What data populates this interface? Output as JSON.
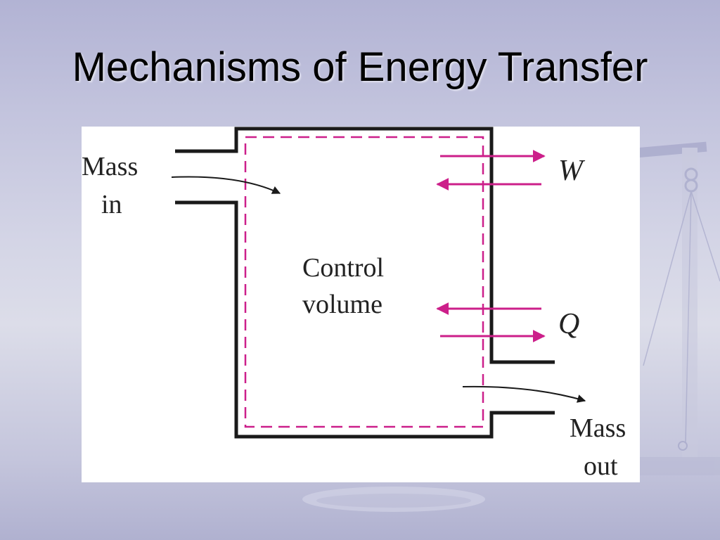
{
  "slide": {
    "title": "Mechanisms of Energy Transfer"
  },
  "diagram": {
    "mass_in_label_line1": "Mass",
    "mass_in_label_line2": "in",
    "control_volume_label_line1": "Control",
    "control_volume_label_line2": "volume",
    "work_label": "W",
    "heat_label": "Q",
    "mass_out_label_line1": "Mass",
    "mass_out_label_line2": "out"
  },
  "colors": {
    "boundary_dashed": "#cc1f8a",
    "arrows": "#cc1f8a",
    "walls": "#1a1a1a",
    "background_accent": "#b2b3d4"
  },
  "icons": {
    "decoration": "balance-scale-icon"
  }
}
